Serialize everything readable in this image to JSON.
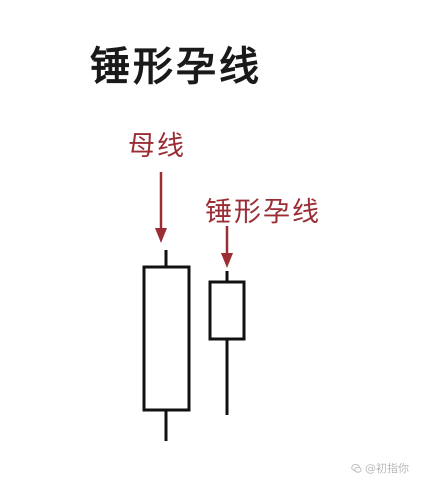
{
  "title": "锤形孕线",
  "labels": {
    "mother": "母线",
    "hammer": "锤形孕线"
  },
  "watermark": {
    "text": "@初指你",
    "icon": "wechat-icon"
  },
  "colors": {
    "text": "#1a1a1a",
    "label": "#9b2d35",
    "arrow": "#9b2d35",
    "candle": "#111111",
    "background": "#ffffff"
  },
  "candles": [
    {
      "name": "mother",
      "role": "母线"
    },
    {
      "name": "hammer-harami",
      "role": "锤形孕线"
    }
  ]
}
